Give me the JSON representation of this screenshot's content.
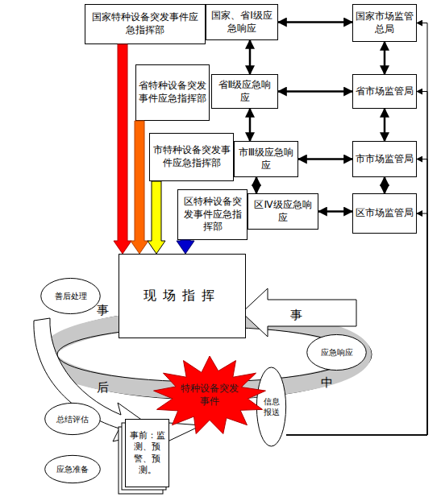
{
  "diagram": {
    "nodes": [
      {
        "text": [
          "国家特种设备突发事件应急指挥部"
        ]
      },
      {
        "text": [
          "国家、省Ⅰ级应急响应"
        ]
      },
      {
        "text": [
          "国家市场监管总局"
        ]
      },
      {
        "text": [
          "省特种设备突发事件应急指挥部"
        ]
      },
      {
        "text": [
          "省Ⅱ级应急响应"
        ]
      },
      {
        "text": [
          "省市场监管局"
        ]
      },
      {
        "text": [
          "市特种设备突发事件应急指挥部"
        ]
      },
      {
        "text": [
          "市Ⅲ级应急响应"
        ]
      },
      {
        "text": [
          "市市场监管局"
        ]
      },
      {
        "text": [
          "区特种设备突发事件应急指挥部"
        ]
      },
      {
        "text": [
          "区Ⅳ级应急响应"
        ]
      },
      {
        "text": [
          "区市场监管局"
        ]
      },
      {
        "text": [
          "现场指挥"
        ]
      },
      {
        "text": [
          "善后处理"
        ]
      },
      {
        "text": [
          "应急响应"
        ]
      },
      {
        "text": [
          "信息报送"
        ]
      },
      {
        "text": [
          "特种设备突发事件"
        ]
      },
      {
        "text": [
          "总结评估"
        ]
      },
      {
        "text": [
          "事前：监测、预警、预测。"
        ]
      },
      {
        "text": [
          "应急准备"
        ]
      }
    ],
    "edges": [
      {
        "from": 0,
        "to": 12,
        "arrow": "to"
      },
      {
        "from": 3,
        "to": 12,
        "arrow": "to"
      },
      {
        "from": 6,
        "to": 12,
        "arrow": "to"
      },
      {
        "from": 9,
        "to": 12,
        "arrow": "to"
      },
      {
        "from": 1,
        "to": 2,
        "arrow": "both"
      },
      {
        "from": 4,
        "to": 5,
        "arrow": "both"
      },
      {
        "from": 7,
        "to": 8,
        "arrow": "both"
      },
      {
        "from": 10,
        "to": 11,
        "arrow": "both"
      },
      {
        "from": 1,
        "to": 4,
        "arrow": "both"
      },
      {
        "from": 4,
        "to": 7,
        "arrow": "both"
      },
      {
        "from": 7,
        "to": 10,
        "arrow": "both"
      },
      {
        "from": 2,
        "to": 5,
        "arrow": "both"
      },
      {
        "from": 5,
        "to": 8,
        "arrow": "both"
      },
      {
        "from": 8,
        "to": 11,
        "arrow": "both"
      },
      {
        "from": 15,
        "to": 2,
        "arrow": "to"
      },
      {
        "from": 15,
        "to": 5,
        "arrow": "to"
      },
      {
        "from": 15,
        "to": 8,
        "arrow": "to"
      },
      {
        "from": 15,
        "to": 11,
        "arrow": "to"
      }
    ],
    "labels": [
      "事",
      "事",
      "后",
      "中"
    ]
  }
}
